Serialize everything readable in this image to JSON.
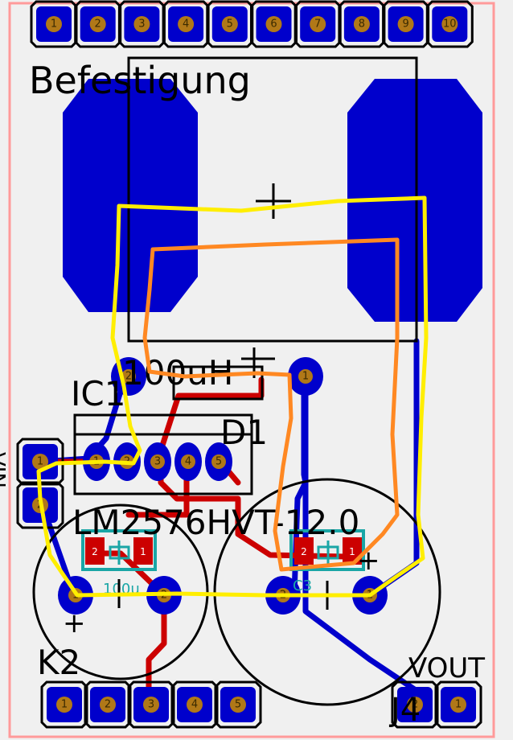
{
  "labels": {
    "befestigung": "Befestigung",
    "ic1": "IC1",
    "inductor_value": "100uH",
    "d1": "D1",
    "ic_part": "LM2576HVT-12.0",
    "k2": "K2",
    "vout": "VOUT",
    "j4": "J4",
    "vin": "VIN",
    "c3": "C3",
    "c_left": "100u",
    "plus_k2": "+",
    "plus_right": "+",
    "plus_mount": "+"
  },
  "headers": {
    "top": [
      "1",
      "2",
      "3",
      "4",
      "5",
      "6",
      "7",
      "8",
      "9",
      "10"
    ],
    "bottom": [
      "1",
      "2",
      "3",
      "4",
      "5"
    ],
    "vout": [
      "2",
      "1"
    ],
    "vin": [
      "1",
      "2"
    ],
    "ic": [
      "1",
      "2",
      "3",
      "4",
      "5"
    ],
    "k2_caps": [
      "1",
      "2"
    ],
    "c3_caps": [
      "2",
      "1"
    ],
    "inductor": [
      "2",
      "1"
    ]
  },
  "smd": {
    "left": [
      "2",
      "1"
    ],
    "right": [
      "2",
      "1"
    ]
  },
  "colors": {
    "background": "#f0f0f0",
    "outline": "#ff9a9a",
    "copper_bottom": "#0000cc",
    "copper_top": "#cc0000",
    "pad_drill": "#b07818",
    "silkscreen": "#000000",
    "smd_outline": "#1aa6a6",
    "highlight_yellow": "#ffee00",
    "highlight_orange": "#ff8822"
  }
}
